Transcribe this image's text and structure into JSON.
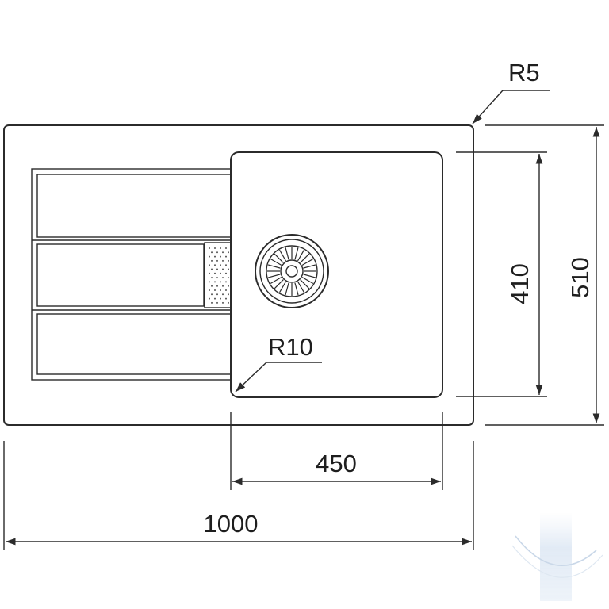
{
  "dimensions": {
    "corner_radius_outer": "R5",
    "corner_radius_bowl": "R10",
    "bowl_depth": "410",
    "overall_depth": "510",
    "bowl_width": "450",
    "overall_width": "1000"
  },
  "colors": {
    "line": "#2b2b2b",
    "background": "#ffffff",
    "watermark": "#9db8d6"
  },
  "icons": {
    "drain": "drain-strainer-icon",
    "watermark": "watermark-logo"
  }
}
